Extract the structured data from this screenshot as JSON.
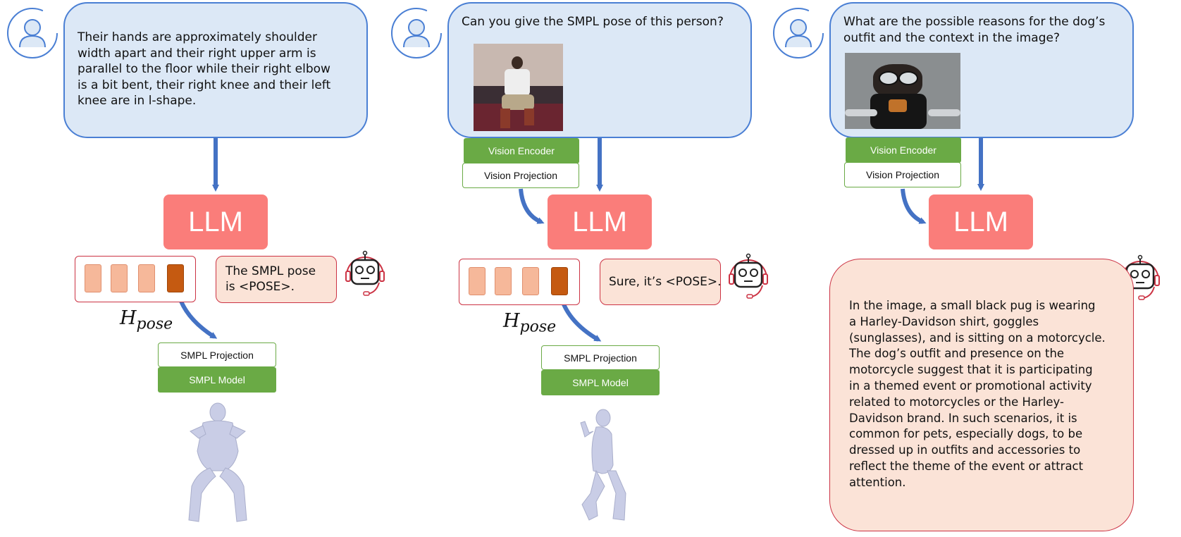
{
  "colors": {
    "user_bubble_fill": "#dce8f6",
    "user_bubble_border": "#4a7fd4",
    "llm_fill": "#fa7d7a",
    "green": "#6aaa45",
    "reply_fill": "#fbe3d7",
    "reply_border": "#cc3344",
    "token_light": "#f6b89a",
    "token_pose": "#c55a11",
    "arrow": "#4472c4"
  },
  "icons": {
    "user": "user-avatar-icon",
    "robot": "robot-assistant-icon",
    "body": "smpl-body-mesh"
  },
  "panel1": {
    "user_text": "Their hands are approximately shoulder\nwidth apart and their right upper arm is\nparallel to the floor while their right elbow\nis a bit bent, their right knee and their left\nknee are in l-shape.",
    "llm_label": "LLM",
    "reply_text": "The SMPL pose\nis <POSE>.",
    "hpose_main": "H",
    "hpose_sub": "pose",
    "smpl_projection": "SMPL Projection",
    "smpl_model": "SMPL Model"
  },
  "panel2": {
    "user_text": "Can you give the SMPL pose of this person?",
    "vision_encoder": "Vision Encoder",
    "vision_projection": "Vision Projection",
    "llm_label": "LLM",
    "reply_text": "Sure, it’s <POSE>.",
    "hpose_main": "H",
    "hpose_sub": "pose",
    "smpl_projection": "SMPL Projection",
    "smpl_model": "SMPL Model"
  },
  "panel3": {
    "user_text": "What are the possible reasons for the dog’s\noutfit and the context in the image?",
    "vision_encoder": "Vision Encoder",
    "vision_projection": "Vision Projection",
    "llm_label": "LLM",
    "reply_text": "In the image, a small black pug is wearing\na Harley-Davidson shirt, goggles\n(sunglasses), and is sitting on a motorcycle.\nThe dog’s outfit and presence on the\nmotorcycle suggest that it is participating\nin a themed event or promotional activity\nrelated to motorcycles or the Harley-\nDavidson brand. In such scenarios, it is\ncommon for pets, especially dogs, to be\ndressed up in outfits and accessories to\nreflect the theme of the event or attract\nattention."
  }
}
